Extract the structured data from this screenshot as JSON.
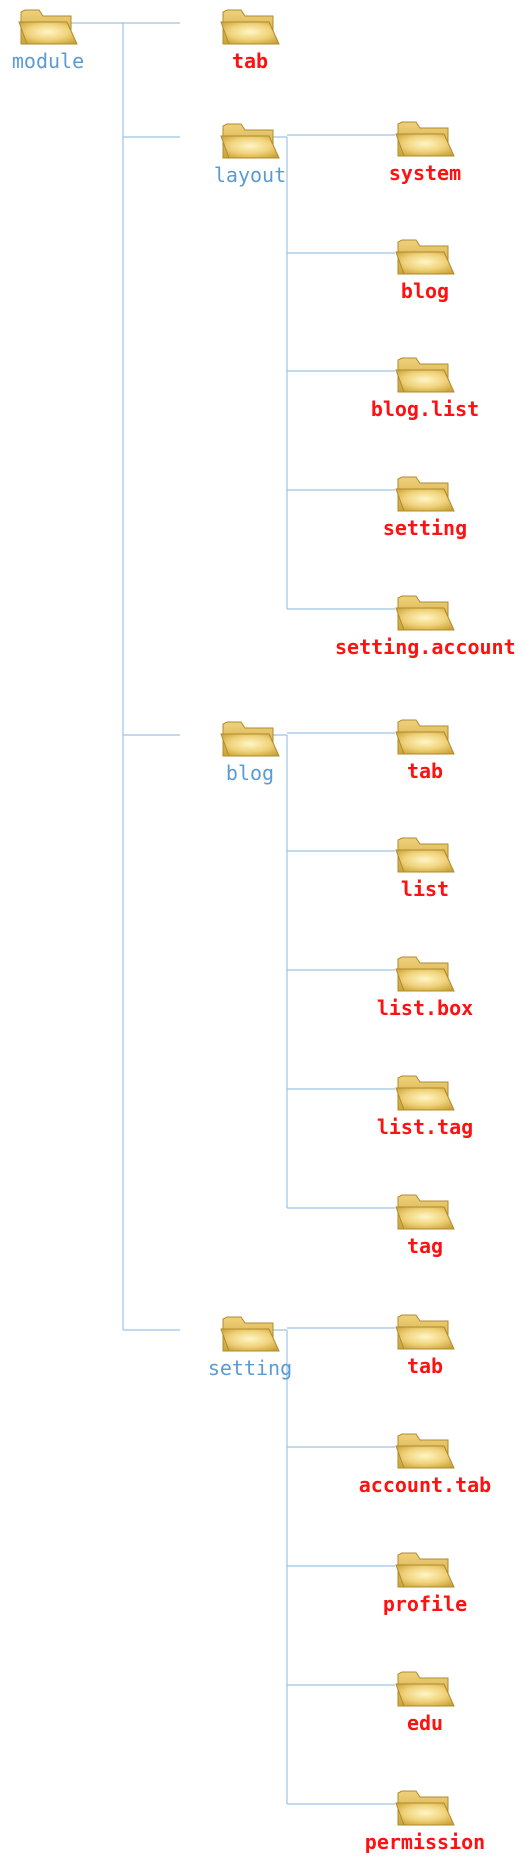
{
  "colors": {
    "branch_label": "#5b9bd5",
    "leaf_label": "#ff1111",
    "connector": "#9dc3e6",
    "folder_fill": "#e8c86a",
    "folder_shade": "#c9a53a"
  },
  "icon": "folder-icon",
  "tree": {
    "root": {
      "label": "module",
      "children": [
        {
          "label": "tab"
        },
        {
          "label": "layout",
          "children": [
            {
              "label": "system"
            },
            {
              "label": "blog"
            },
            {
              "label": "blog.list"
            },
            {
              "label": "setting"
            },
            {
              "label": "setting.account"
            }
          ]
        },
        {
          "label": "blog",
          "children": [
            {
              "label": "tab"
            },
            {
              "label": "list"
            },
            {
              "label": "list.box"
            },
            {
              "label": "list.tag"
            },
            {
              "label": "tag"
            }
          ]
        },
        {
          "label": "setting",
          "children": [
            {
              "label": "tab"
            },
            {
              "label": "account.tab"
            },
            {
              "label": "profile"
            },
            {
              "label": "edu"
            },
            {
              "label": "permission"
            }
          ]
        }
      ]
    }
  }
}
